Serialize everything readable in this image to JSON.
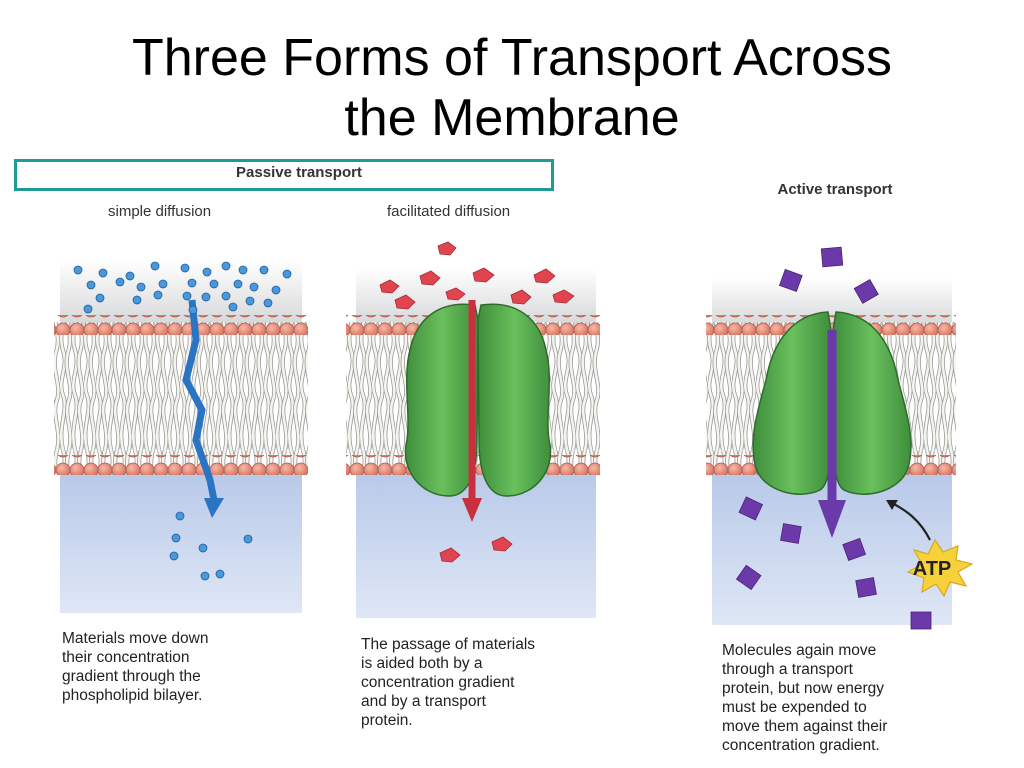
{
  "title": {
    "line1": "Three Forms of Transport Across",
    "line2": "the Membrane"
  },
  "passive": {
    "label": "Passive transport",
    "simple": {
      "sublabel": "simple diffusion",
      "caption": [
        "Materials move down",
        "their concentration",
        "gradient through the",
        "phospholipid bilayer."
      ]
    },
    "facilitated": {
      "sublabel": "facilitated diffusion",
      "caption": [
        "The passage of materials",
        "is aided both by a",
        "concentration gradient",
        "and by a transport",
        "protein."
      ]
    }
  },
  "active": {
    "label": "Active transport",
    "caption": [
      "Molecules again move",
      "through a transport",
      "protein, but now energy",
      "must be expended to",
      "move them against their",
      "concentration gradient."
    ],
    "atp": "ATP"
  },
  "colors": {
    "accent_box": "#1d9b96",
    "protein": "#57ae4c",
    "simple_molecule": "#3d8ed4",
    "facilitated_molecule": "#e0454f",
    "active_molecule": "#6c3aa8",
    "atp_star": "#f6d13a"
  }
}
